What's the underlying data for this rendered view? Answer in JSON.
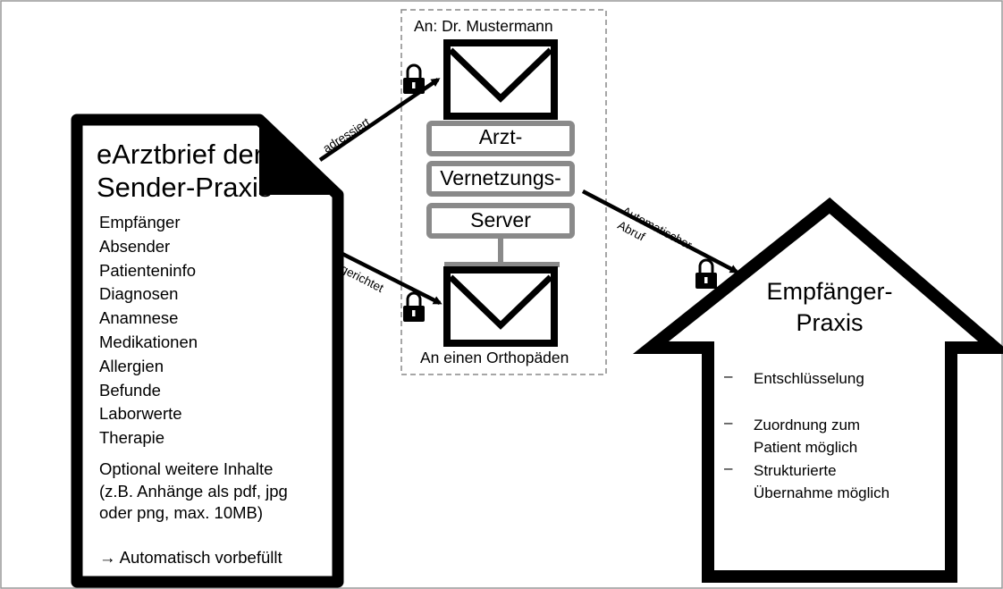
{
  "doc": {
    "title_line1": "eArztbrief der",
    "title_line2": "Sender-Praxis",
    "items": [
      "Empfänger",
      "Absender",
      "Patienteninfo",
      "Diagnosen",
      "Anamnese",
      "Medikationen",
      "Allergien",
      "Befunde",
      "Laborwerte",
      "Therapie"
    ],
    "optional": [
      "Optional weitere Inhalte",
      "(z.B. Anhänge als pdf, jpg",
      "oder png, max. 10MB)"
    ],
    "auto": "→ Automatisch vorbefüllt"
  },
  "server": {
    "top_recipient": "An: Dr. Mustermann",
    "lines": [
      "Arzt-",
      "Vernetzungs-",
      "Server"
    ],
    "bottom_recipient": "An einen Orthopäden"
  },
  "arrows": {
    "addressed": "adressiert",
    "directed": "gerichtet",
    "auto_line1": "Automatischer",
    "auto_line2": "Abruf"
  },
  "house": {
    "title_line1": "Empfänger-",
    "title_line2": "Praxis",
    "items": [
      {
        "dash": "–",
        "lines": [
          "Entschlüsselung"
        ]
      },
      {
        "dash": "–",
        "lines": [
          "Zuordnung zum",
          "Patient möglich"
        ]
      },
      {
        "dash": "–",
        "lines": [
          "Strukturierte",
          "Übernahme möglich"
        ]
      }
    ]
  },
  "icons": [
    "lock-icon",
    "envelope-icon",
    "house-icon",
    "document-icon",
    "arrow-icon"
  ],
  "colors": {
    "line": "#000000",
    "server_box": "#8a8a8a",
    "frame": "#999999"
  }
}
